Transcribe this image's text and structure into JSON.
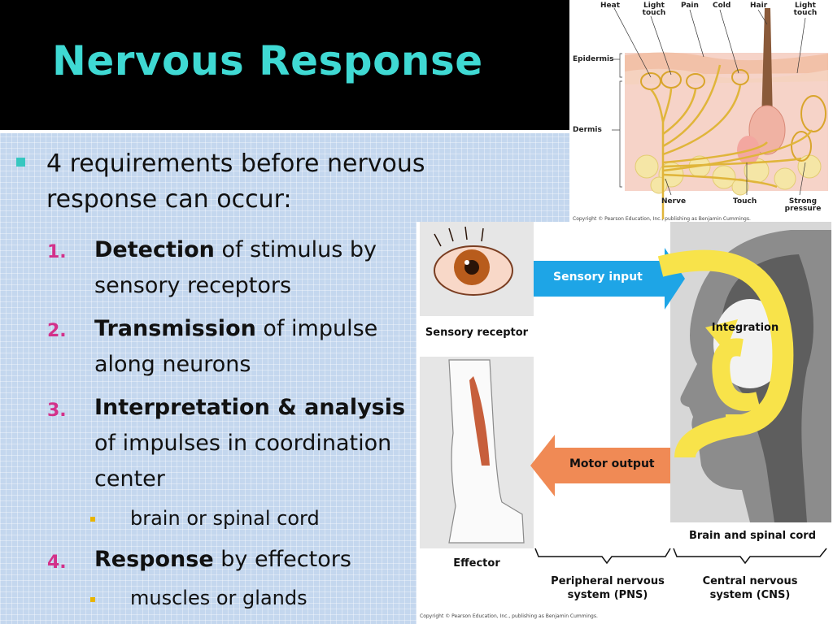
{
  "slide": {
    "title": "Nervous Response",
    "main_bullet": "4 requirements before nervous response can occur:",
    "items": [
      {
        "num": "1.",
        "bold": "Detection",
        "rest": " of stimulus by sensory receptors",
        "sub": []
      },
      {
        "num": "2.",
        "bold": "Transmission",
        "rest": " of impulse along neurons",
        "sub": []
      },
      {
        "num": "3.",
        "bold": "Interpretation & analysis",
        "rest": " of impulses in coordination center",
        "sub": [
          "brain or spinal cord"
        ]
      },
      {
        "num": "4.",
        "bold": "Response",
        "rest": " by effectors",
        "sub": [
          "muscles or glands"
        ]
      }
    ]
  },
  "skin_figure": {
    "labels": {
      "heat": "Heat",
      "light_touch_1": "Light touch",
      "pain": "Pain",
      "cold": "Cold",
      "hair": "Hair",
      "light_touch_2": "Light touch",
      "epidermis": "Epidermis",
      "dermis": "Dermis",
      "nerve": "Nerve",
      "touch": "Touch",
      "strong_pressure": "Strong pressure"
    },
    "copyright": "Copyright © Pearson Education, Inc., publishing as Benjamin Cummings."
  },
  "ns_figure": {
    "sensory_receptor": "Sensory receptor",
    "sensory_input": "Sensory input",
    "integration": "Integration",
    "motor_output": "Motor output",
    "effector": "Effector",
    "brain_spinal": "Brain and spinal cord",
    "pns": "Peripheral nervous system (PNS)",
    "cns": "Central nervous system (CNS)",
    "copyright": "Copyright © Pearson Education, Inc., publishing as Benjamin Cummings.",
    "colors": {
      "sensory_arrow": "#1ea5e6",
      "motor_arrow": "#f08a55",
      "integration_loop": "#f8e34a"
    }
  }
}
